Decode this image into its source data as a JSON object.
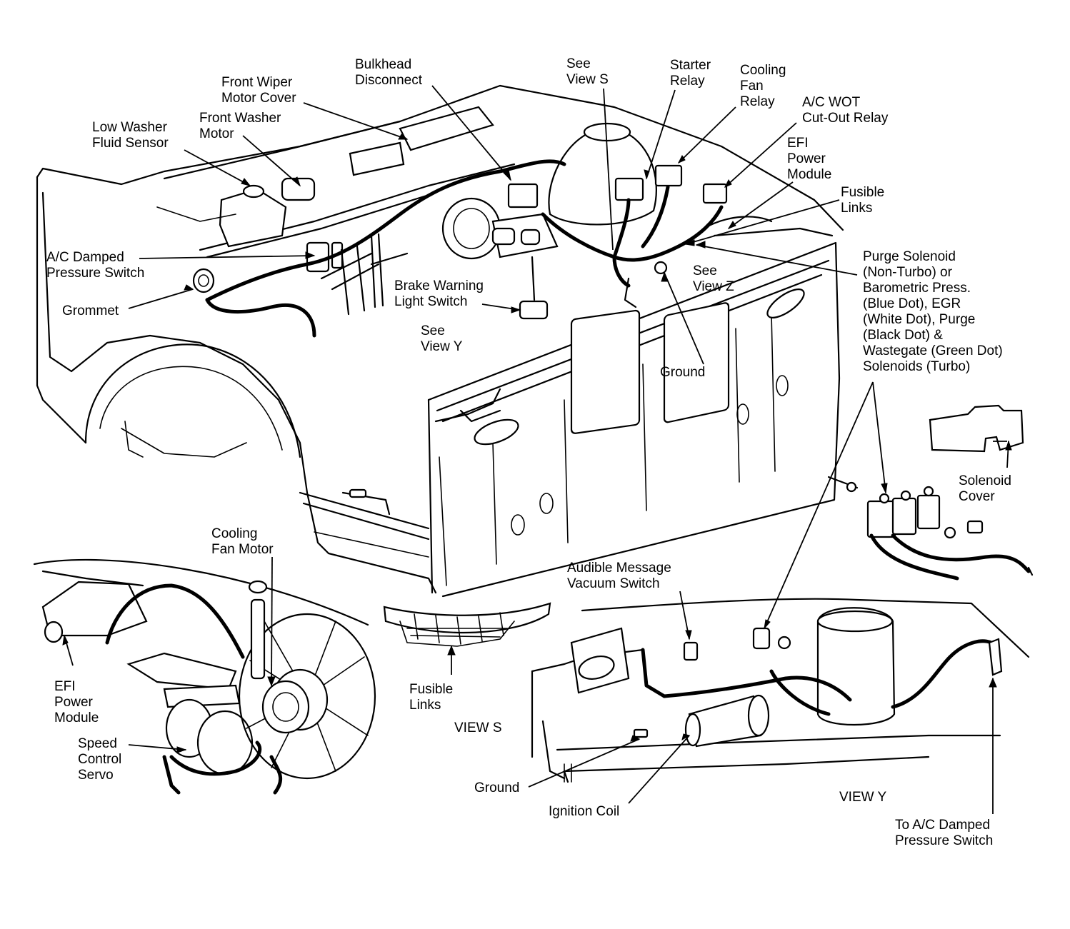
{
  "colors": {
    "ink": "#000000",
    "paper": "#ffffff"
  },
  "labels": {
    "bulkhead_disconnect": [
      "Bulkhead",
      "Disconnect"
    ],
    "see_view_s_top": [
      "See",
      "View S"
    ],
    "starter_relay": [
      "Starter",
      "Relay"
    ],
    "cooling_fan_relay": [
      "Cooling",
      "Fan",
      "Relay"
    ],
    "ac_wot_cutout_relay": [
      "A/C WOT",
      "Cut-Out Relay"
    ],
    "efi_power_module_top": [
      "EFI",
      "Power",
      "Module"
    ],
    "fusible_links_top": [
      "Fusible",
      "Links"
    ],
    "front_wiper_motor_cover": [
      "Front Wiper",
      "Motor Cover"
    ],
    "front_washer_motor": [
      "Front Washer",
      "Motor"
    ],
    "low_washer_fluid_sensor": [
      "Low Washer",
      "Fluid Sensor"
    ],
    "ac_damped_pressure_switch": [
      "A/C Damped",
      "Pressure Switch"
    ],
    "grommet": [
      "Grommet"
    ],
    "brake_warning_light_switch": [
      "Brake Warning",
      "Light Switch"
    ],
    "see_view_y": [
      "See",
      "View Y"
    ],
    "see_view_z": [
      "See",
      "View Z"
    ],
    "ground_main": [
      "Ground"
    ],
    "purge_solenoid": [
      "Purge Solenoid",
      "(Non-Turbo) or",
      "Barometric Press.",
      "(Blue Dot), EGR",
      "(White Dot), Purge",
      "(Black Dot) &",
      "Wastegate (Green Dot)",
      "Solenoids (Turbo)"
    ],
    "solenoid_cover": [
      "Solenoid",
      "Cover"
    ],
    "cooling_fan_motor": [
      "Cooling",
      "Fan Motor"
    ],
    "efi_power_module_s": [
      "EFI",
      "Power",
      "Module"
    ],
    "speed_control_servo": [
      "Speed",
      "Control",
      "Servo"
    ],
    "fusible_links_s": [
      "Fusible",
      "Links"
    ],
    "audible_message_vacuum_switch": [
      "Audible Message",
      "Vacuum Switch"
    ],
    "ground_y": [
      "Ground"
    ],
    "ignition_coil": [
      "Ignition Coil"
    ],
    "to_ac_damped_pressure_switch": [
      "To A/C Damped",
      "Pressure Switch"
    ]
  },
  "views": {
    "view_s": "VIEW S",
    "view_y": "VIEW Y"
  },
  "icons": [
    "engine-compartment-drawing",
    "cooling-fan-drawing",
    "solenoid-pack-drawing",
    "ignition-coil-drawing",
    "fusible-link-drawing"
  ]
}
